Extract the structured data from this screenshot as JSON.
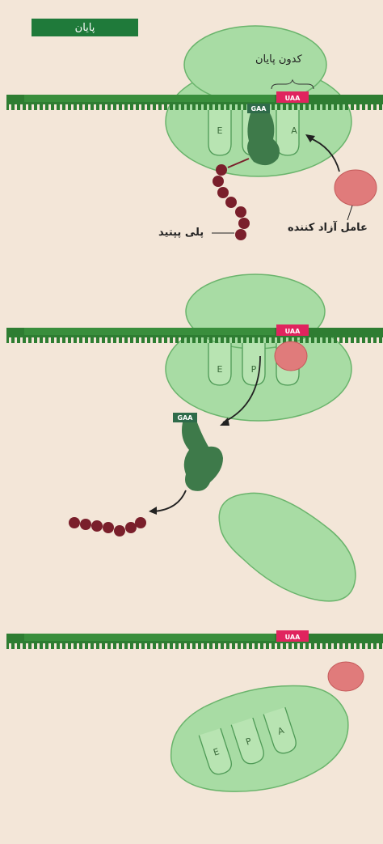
{
  "title": "پایان",
  "labels": {
    "stop_codon": "کدون پایان",
    "release_factor": "عامل آزاد کننده",
    "polypeptide": "پلی پپتید"
  },
  "sites": [
    "E",
    "P",
    "A"
  ],
  "mrna": {
    "stop_codon": "UAA",
    "trna_anticodon": "GAA"
  },
  "colors": {
    "background": "#f3e6d8",
    "ribosome": "#a8dca4",
    "ribosome_outline": "#4e9a56",
    "mrna": "#2e7d32",
    "stop_codon": "#e0245e",
    "release_factor": "#e07b7b",
    "trna": "#3e7a4a",
    "amino_acid": "#7a1f2b",
    "title_box": "#1f7a3a"
  }
}
